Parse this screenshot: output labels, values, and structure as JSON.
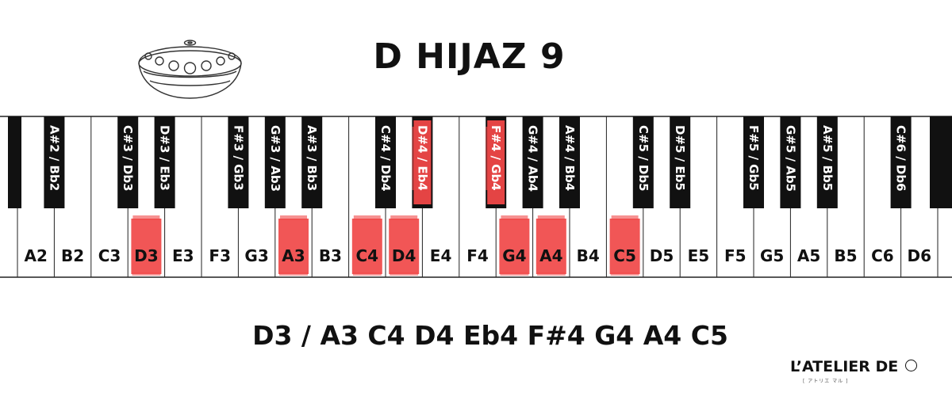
{
  "title": "D HIJAZ 9",
  "scale_text": "D3 / A3 C4 D4 Eb4 F#4 G4 A4 C5",
  "logo": {
    "text": "L’ATELIER DE",
    "sub": "[ アトリエ マル ]"
  },
  "colors": {
    "highlight": "#f04848",
    "black_key": "#111111",
    "white_key": "#ffffff",
    "outline": "#222222"
  },
  "keyboard": {
    "white_keys": [
      "A2",
      "B2",
      "C3",
      "D3",
      "E3",
      "F3",
      "G3",
      "A3",
      "B3",
      "C4",
      "D4",
      "E4",
      "F4",
      "G4",
      "A4",
      "B4",
      "C5",
      "D5",
      "E5",
      "F5",
      "G5",
      "A5",
      "B5",
      "C6",
      "D6"
    ],
    "black_keys": [
      "A#2 / Bb2",
      "C#3 / Db3",
      "D#3 / Eb3",
      "F#3 / Gb3",
      "G#3 / Ab3",
      "A#3 / Bb3",
      "C#4 / Db4",
      "D#4 / Eb4",
      "F#4 / Gb4",
      "G#4 / Ab4",
      "A#4 / Bb4",
      "C#5 / Db5",
      "D#5 / Eb5",
      "F#5 / Gb5",
      "G#5 / Ab5",
      "A#5 / Bb5",
      "C#6 / Db6"
    ],
    "highlighted_white": [
      "D3",
      "A3",
      "C4",
      "D4",
      "G4",
      "A4",
      "C5"
    ],
    "highlighted_black": [
      "D#4 / Eb4",
      "F#4 / Gb4"
    ]
  }
}
